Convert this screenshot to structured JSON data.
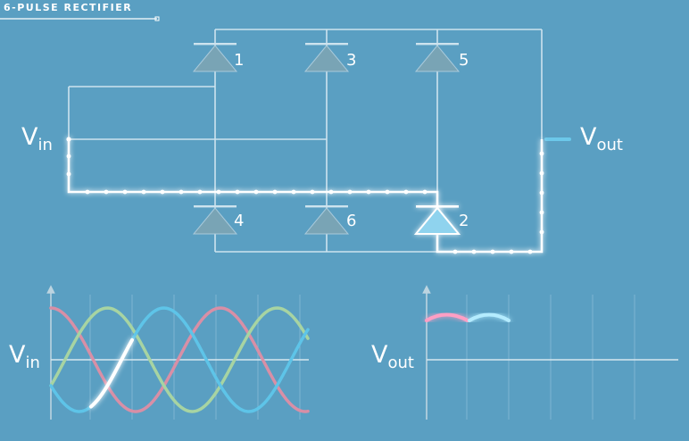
{
  "title": "6-PULSE RECTIFIER",
  "circuit": {
    "vin_main": "V",
    "vin_sub": "in",
    "vout_main": "V",
    "vout_sub": "out",
    "diodes": [
      {
        "id": "1",
        "label": "1",
        "row": "top",
        "column": 1,
        "active": false
      },
      {
        "id": "3",
        "label": "3",
        "row": "top",
        "column": 2,
        "active": false
      },
      {
        "id": "5",
        "label": "5",
        "row": "top",
        "column": 3,
        "active": false
      },
      {
        "id": "4",
        "label": "4",
        "row": "bottom",
        "column": 1,
        "active": false
      },
      {
        "id": "6",
        "label": "6",
        "row": "bottom",
        "column": 2,
        "active": false
      },
      {
        "id": "2",
        "label": "2",
        "row": "bottom",
        "column": 3,
        "active": true
      }
    ]
  },
  "vin_graph": {
    "label_main": "V",
    "label_sub": "in",
    "phase_colors": {
      "pink": "#d88fa6",
      "green": "#a7d4a2",
      "blue": "#5ec4e8"
    }
  },
  "vout_graph": {
    "label_main": "V",
    "label_sub": "out",
    "segment_colors": [
      "#ff9fc4",
      "#b4ecff"
    ]
  },
  "colors": {
    "background": "#5a9fc2",
    "wire": "#cde3ee",
    "diode_fill": "#79a4b5",
    "glow": "#ffffff"
  }
}
